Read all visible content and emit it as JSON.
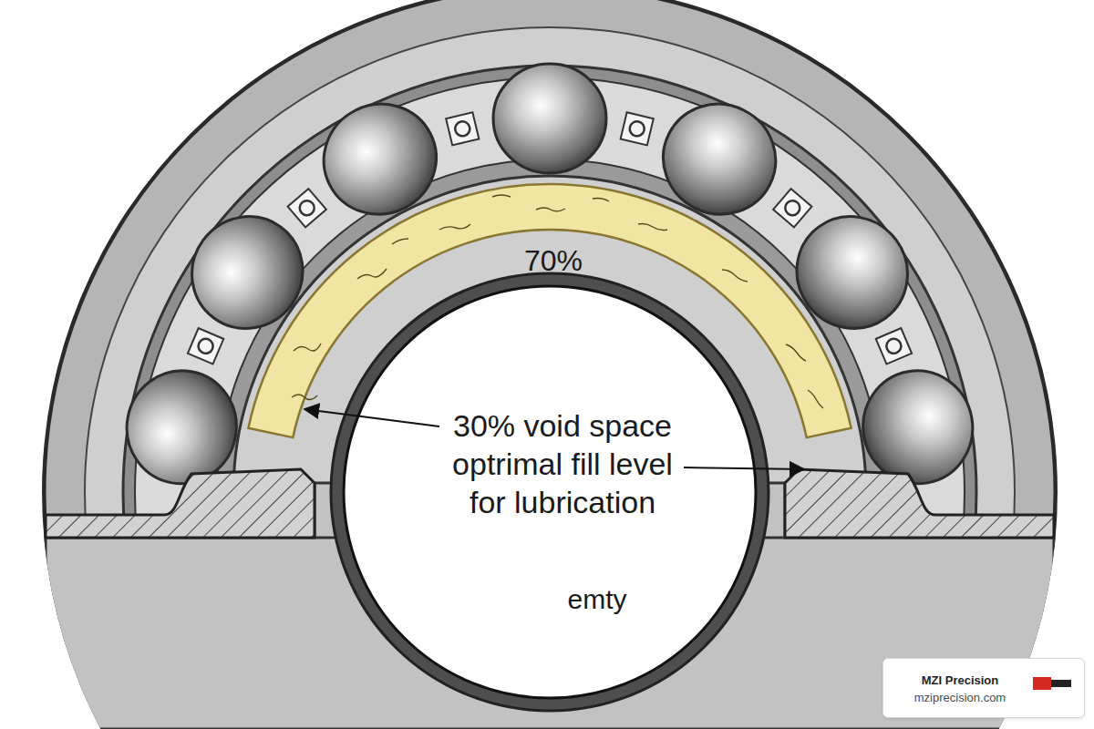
{
  "diagram": {
    "nodes": [
      {
        "text": [
          "MZI Precision",
          "mziprecision.com"
        ]
      }
    ],
    "labels": [
      "70%",
      "30% void space optrimal fill level for lubrication",
      "emty"
    ]
  }
}
